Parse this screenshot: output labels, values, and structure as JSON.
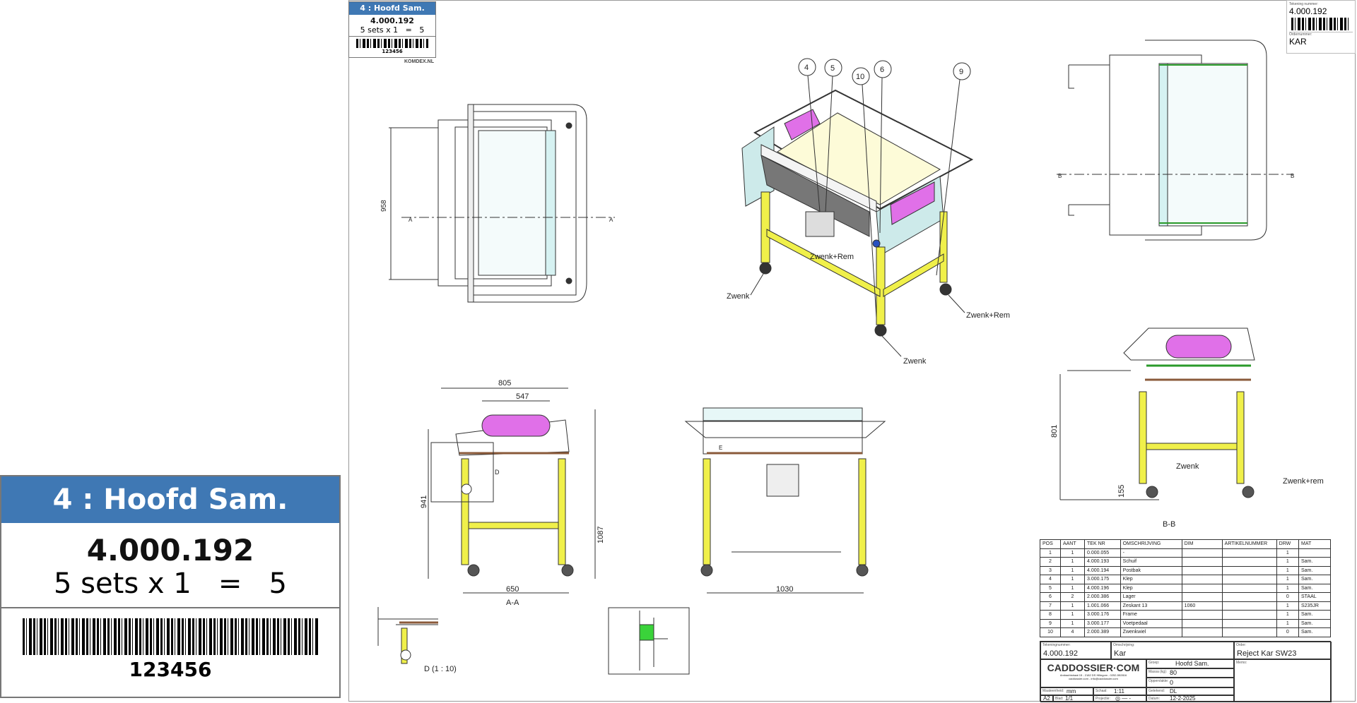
{
  "big_label": {
    "header": "4 : Hoofd Sam.",
    "number": "4.000.192",
    "sets": "5 sets x 1   =   5",
    "barcode": "123456"
  },
  "small_label": {
    "header": "4 : Hoofd Sam.",
    "number": "4.000.192",
    "sets": "5 sets x 1   =   5",
    "barcode": "123456",
    "brand": "KOMDEX.NL"
  },
  "corner_block": {
    "drawing_caption": "Tekening nummer:",
    "drawing_number": "4.000.192",
    "order_caption": "Ordernummer:",
    "order": "KAR"
  },
  "views": {
    "top_left": {
      "dim": "958",
      "section_mark": "A"
    },
    "iso": {
      "balloons": [
        "4",
        "5",
        "10",
        "6",
        "9"
      ],
      "callouts": [
        "Zwenk+Rem",
        "Zwenk",
        "Zwenk",
        "Zwenk+Rem"
      ]
    },
    "top_right": {
      "section_mark": "B"
    },
    "section_aa": {
      "dims": [
        "805",
        "547",
        "941",
        "1087",
        "650"
      ],
      "title": "A-A",
      "detail_mark": "D"
    },
    "front": {
      "dim": "1030",
      "mark": "E"
    },
    "section_bb": {
      "dims": [
        "801",
        "155"
      ],
      "title": "B-B",
      "callouts": [
        "Zwenk",
        "Zwenk+rem"
      ]
    },
    "detail_d": {
      "title": "D  (1 : 10)"
    }
  },
  "parts_table": {
    "headers": [
      "POS",
      "AANT",
      "TEK NR",
      "OMSCHRIJVING",
      "DIM",
      "ARTIKELNUMMER",
      "DRW",
      "MAT"
    ],
    "rows": [
      [
        "1",
        "1",
        "0.000.055",
        "-",
        "",
        "",
        "1",
        ""
      ],
      [
        "2",
        "1",
        "4.000.193",
        "Schuif",
        "",
        "",
        "1",
        "Sam."
      ],
      [
        "3",
        "1",
        "4.000.194",
        "Postbak",
        "",
        "",
        "1",
        "Sam."
      ],
      [
        "4",
        "1",
        "3.000.175",
        "Klep",
        "",
        "",
        "1",
        "Sam."
      ],
      [
        "5",
        "1",
        "4.000.196",
        "Klep",
        "",
        "",
        "1",
        "Sam."
      ],
      [
        "6",
        "2",
        "2.000.386",
        "Lager",
        "",
        "",
        "0",
        "STAAL"
      ],
      [
        "7",
        "1",
        "1.001.066",
        "Zeskant 13",
        "1060",
        "",
        "1",
        "S235JR"
      ],
      [
        "8",
        "1",
        "3.000.176",
        "Frame",
        "",
        "",
        "1",
        "Sam."
      ],
      [
        "9",
        "1",
        "3.000.177",
        "Voetpedaal",
        "",
        "",
        "1",
        "Sam."
      ],
      [
        "10",
        "4",
        "2.000.389",
        "Zwenkwiel",
        "",
        "",
        "0",
        "Sam."
      ]
    ]
  },
  "title_block": {
    "drawing_number_caption": "Tekeningnummer:",
    "drawing_number": "4.000.192",
    "description_caption": "Omschrijving:",
    "description": "Kar",
    "order_caption": "Order:",
    "order": "Reject Kar SW23",
    "memo_caption": "Memo:",
    "logo": "CADDOSSIER·COM",
    "address": "Ambachtstraat 15 - 2182 DS Hillegom - 0252-552816",
    "contact": "caddossier.com - info@caddossier.com",
    "group_caption": "Groep:",
    "group": "Hoofd Sam.",
    "mass_caption": "Massa (kg):",
    "mass": "80",
    "area_caption": "Oppervlakte:",
    "area": "0",
    "drawn_caption": "Getekend:",
    "drawn": "DL",
    "date_caption": "Datum:",
    "date": "12-2-2025",
    "unit_caption": "Maateenheid:",
    "unit": "mm",
    "scale_caption": "Schaal:",
    "scale": "1:11",
    "format": "A2",
    "sheet_caption": "Blad:",
    "sheet": "1/1",
    "projection_caption": "Projectie:"
  },
  "colors": {
    "label_header": "#3f78b4",
    "frame": "#f0f04a",
    "panel": "#cdeaea",
    "magenta": "#e070e8",
    "logo_orange": "#e0642a"
  }
}
